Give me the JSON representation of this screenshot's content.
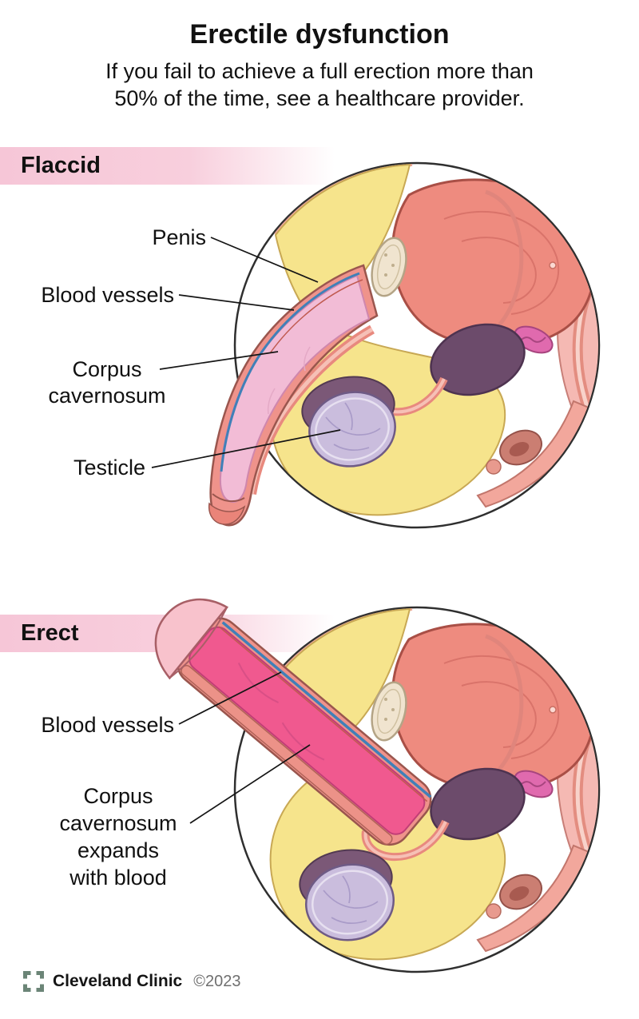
{
  "header": {
    "title": "Erectile dysfunction",
    "subtitle_line1": "If you fail to achieve a full erection more than",
    "subtitle_line2": "50% of the time, see a healthcare provider."
  },
  "flaccid_section": {
    "banner": "Flaccid",
    "labels": {
      "penis": "Penis",
      "blood_vessels": "Blood vessels",
      "corpus_line1": "Corpus",
      "corpus_line2": "cavernosum",
      "testicle": "Testicle"
    }
  },
  "erect_section": {
    "banner": "Erect",
    "labels": {
      "blood_vessels": "Blood vessels",
      "corpus_line1": "Corpus",
      "corpus_line2": "cavernosum",
      "corpus_line3": "expands",
      "corpus_line4": "with blood"
    }
  },
  "footer": {
    "brand": "Cleveland Clinic",
    "copyright": "©2023"
  },
  "colors": {
    "banner_pink": "#f6c6d7",
    "fat_yellow": "#f6e48c",
    "skin_salmon": "#ef938b",
    "bladder_red": "#ee8b7f",
    "prostate_purple": "#6c4b6b",
    "testicle_lavender": "#cabddd",
    "corpus_flaccid_pink": "#f2bcd6",
    "corpus_erect_pink": "#f0598f",
    "blood_vessel_blue": "#4080b8",
    "logo_green": "#6b8577"
  }
}
